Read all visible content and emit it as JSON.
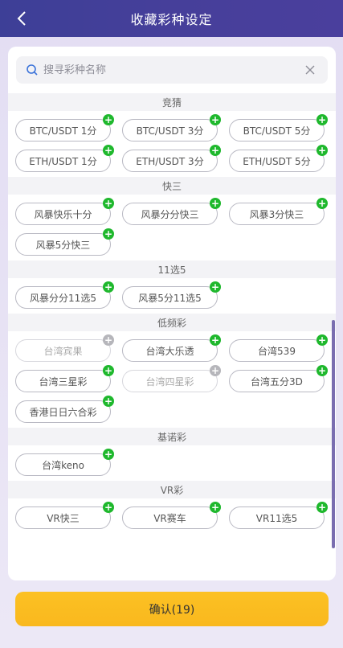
{
  "header": {
    "title": "收藏彩种设定"
  },
  "search": {
    "placeholder": "搜寻彩种名称"
  },
  "sections": [
    {
      "title": "竞猜",
      "items": [
        {
          "label": "BTC/USDT 1分",
          "state": "add"
        },
        {
          "label": "BTC/USDT 3分",
          "state": "add"
        },
        {
          "label": "BTC/USDT 5分",
          "state": "add"
        },
        {
          "label": "ETH/USDT 1分",
          "state": "add"
        },
        {
          "label": "ETH/USDT 3分",
          "state": "add"
        },
        {
          "label": "ETH/USDT 5分",
          "state": "add"
        }
      ]
    },
    {
      "title": "快三",
      "items": [
        {
          "label": "风暴快乐十分",
          "state": "add"
        },
        {
          "label": "风暴分分快三",
          "state": "add"
        },
        {
          "label": "风暴3分快三",
          "state": "add"
        },
        {
          "label": "风暴5分快三",
          "state": "add"
        }
      ]
    },
    {
      "title": "11选5",
      "items": [
        {
          "label": "风暴分分11选5",
          "state": "add"
        },
        {
          "label": "风暴5分11选5",
          "state": "add"
        }
      ]
    },
    {
      "title": "低频彩",
      "items": [
        {
          "label": "台湾宾果",
          "state": "disabled"
        },
        {
          "label": "台湾大乐透",
          "state": "add"
        },
        {
          "label": "台湾539",
          "state": "add"
        },
        {
          "label": "台湾三星彩",
          "state": "add"
        },
        {
          "label": "台湾四星彩",
          "state": "disabled"
        },
        {
          "label": "台湾五分3D",
          "state": "add"
        },
        {
          "label": "香港日日六合彩",
          "state": "add"
        }
      ]
    },
    {
      "title": "基诺彩",
      "items": [
        {
          "label": "台湾keno",
          "state": "add"
        }
      ]
    },
    {
      "title": "VR彩",
      "items": [
        {
          "label": "VR快三",
          "state": "add"
        },
        {
          "label": "VR赛车",
          "state": "add"
        },
        {
          "label": "VR11选5",
          "state": "add"
        }
      ]
    }
  ],
  "confirm": {
    "label": "确认(19)"
  },
  "icons": {
    "add": "plus-badge-icon",
    "search": "search-icon",
    "clear": "close-icon",
    "back": "chevron-left-icon"
  },
  "colors": {
    "header": "#3d3f97",
    "badge_green": "#1fb82d",
    "badge_gray": "#b6b6bb",
    "confirm": "#fcc123"
  }
}
